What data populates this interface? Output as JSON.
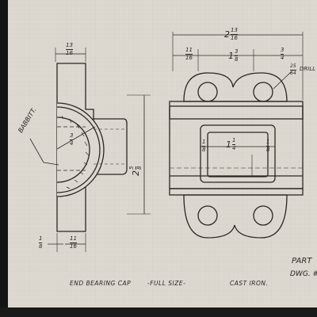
{
  "drawing": {
    "title_line": {
      "name": "END BEARING CAP",
      "scale": "-FULL SIZE-",
      "material": "CAST IRON."
    },
    "part_label": "PART",
    "dwg_label": "DWG. #",
    "callouts": {
      "babbitt": "BABBITT.",
      "drill": "DRILL"
    },
    "dimensions": {
      "overall_width": {
        "whole": "2",
        "num": "13",
        "den": "16"
      },
      "left_lug_width": {
        "num": "11",
        "den": "16"
      },
      "center_span": {
        "whole": "1",
        "num": "3",
        "den": "8"
      },
      "right_lug_width": {
        "num": "3",
        "den": "4"
      },
      "side_top_width": {
        "num": "13",
        "den": "16"
      },
      "side_bottom_flange": {
        "num": "1",
        "den": "8"
      },
      "side_bottom_width": {
        "num": "11",
        "den": "16"
      },
      "height": {
        "whole": "2",
        "num": "5",
        "den": "8"
      },
      "bore_radius": {
        "num": "3",
        "den": "4"
      },
      "window_width": {
        "whole": "1",
        "num": "1",
        "den": "4"
      },
      "window_left_wall": {
        "num": "1",
        "den": "8"
      },
      "window_right_wall": {
        "num": "1",
        "den": "8"
      },
      "drill_size": {
        "num": "25",
        "den": "64"
      }
    }
  },
  "colors": {
    "background": "#141414",
    "paper": "#dcd8d0",
    "ink": "#2a2622"
  }
}
